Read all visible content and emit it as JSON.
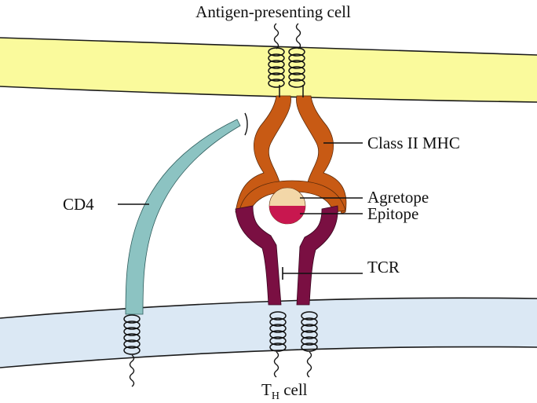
{
  "labels": {
    "apc": "Antigen-presenting cell",
    "mhc": "Class II MHC",
    "cd4": "CD4",
    "agretope": "Agretope",
    "epitope": "Epitope",
    "tcr": "TCR",
    "th_main": "T",
    "th_sub": "H",
    "th_suffix": " cell"
  },
  "colors": {
    "apc_membrane": "#fafa9c",
    "th_membrane": "#dbe8f4",
    "membrane_edge": "#1a1a1a",
    "mhc": "#c85a14",
    "tcr": "#7a0f42",
    "cd4": "#8cc3c2",
    "agretope": "#f3d7a8",
    "epitope": "#c8174f"
  }
}
